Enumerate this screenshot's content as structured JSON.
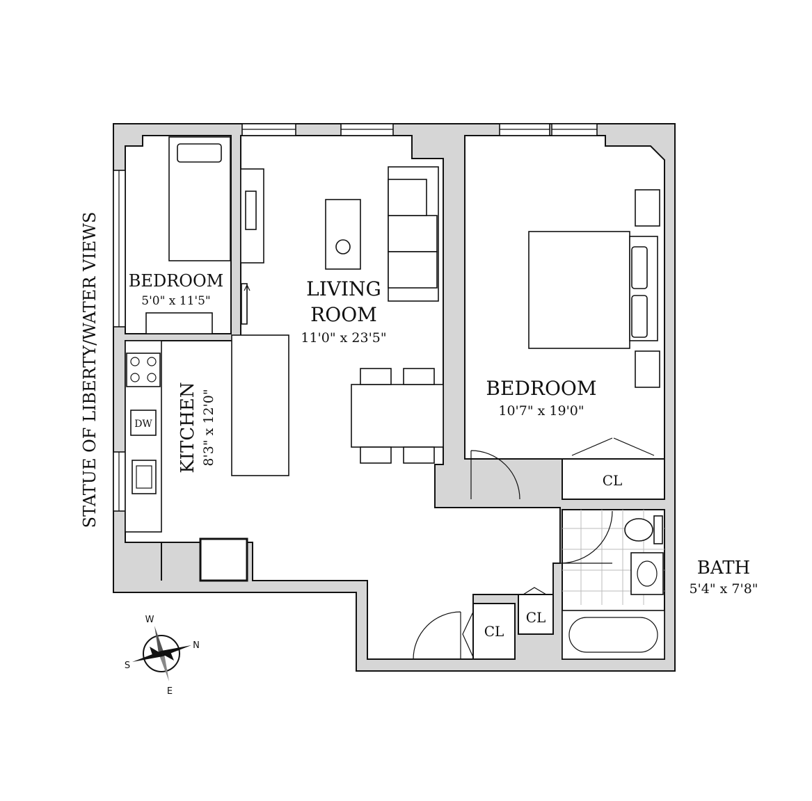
{
  "rooms": {
    "bedroom_small": {
      "name": "BEDROOM",
      "size": "5'0\" x 11'5\""
    },
    "living": {
      "name_line1": "LIVING",
      "name_line2": "ROOM",
      "size": "11'0\" x 23'5\""
    },
    "kitchen": {
      "name": "KITCHEN",
      "size": "8'3\" x 12'0\""
    },
    "bedroom_main": {
      "name": "BEDROOM",
      "size": "10'7\" x 19'0\""
    },
    "bath": {
      "name": "BATH",
      "size": "5'4\" x 7'8\""
    },
    "closets": [
      "CL",
      "CL",
      "CL"
    ],
    "dishwasher": "DW"
  },
  "view_label": "STATUE OF LIBERTY/WATER VIEWS",
  "compass": {
    "n": "N",
    "s": "S",
    "e": "E",
    "w": "W"
  }
}
